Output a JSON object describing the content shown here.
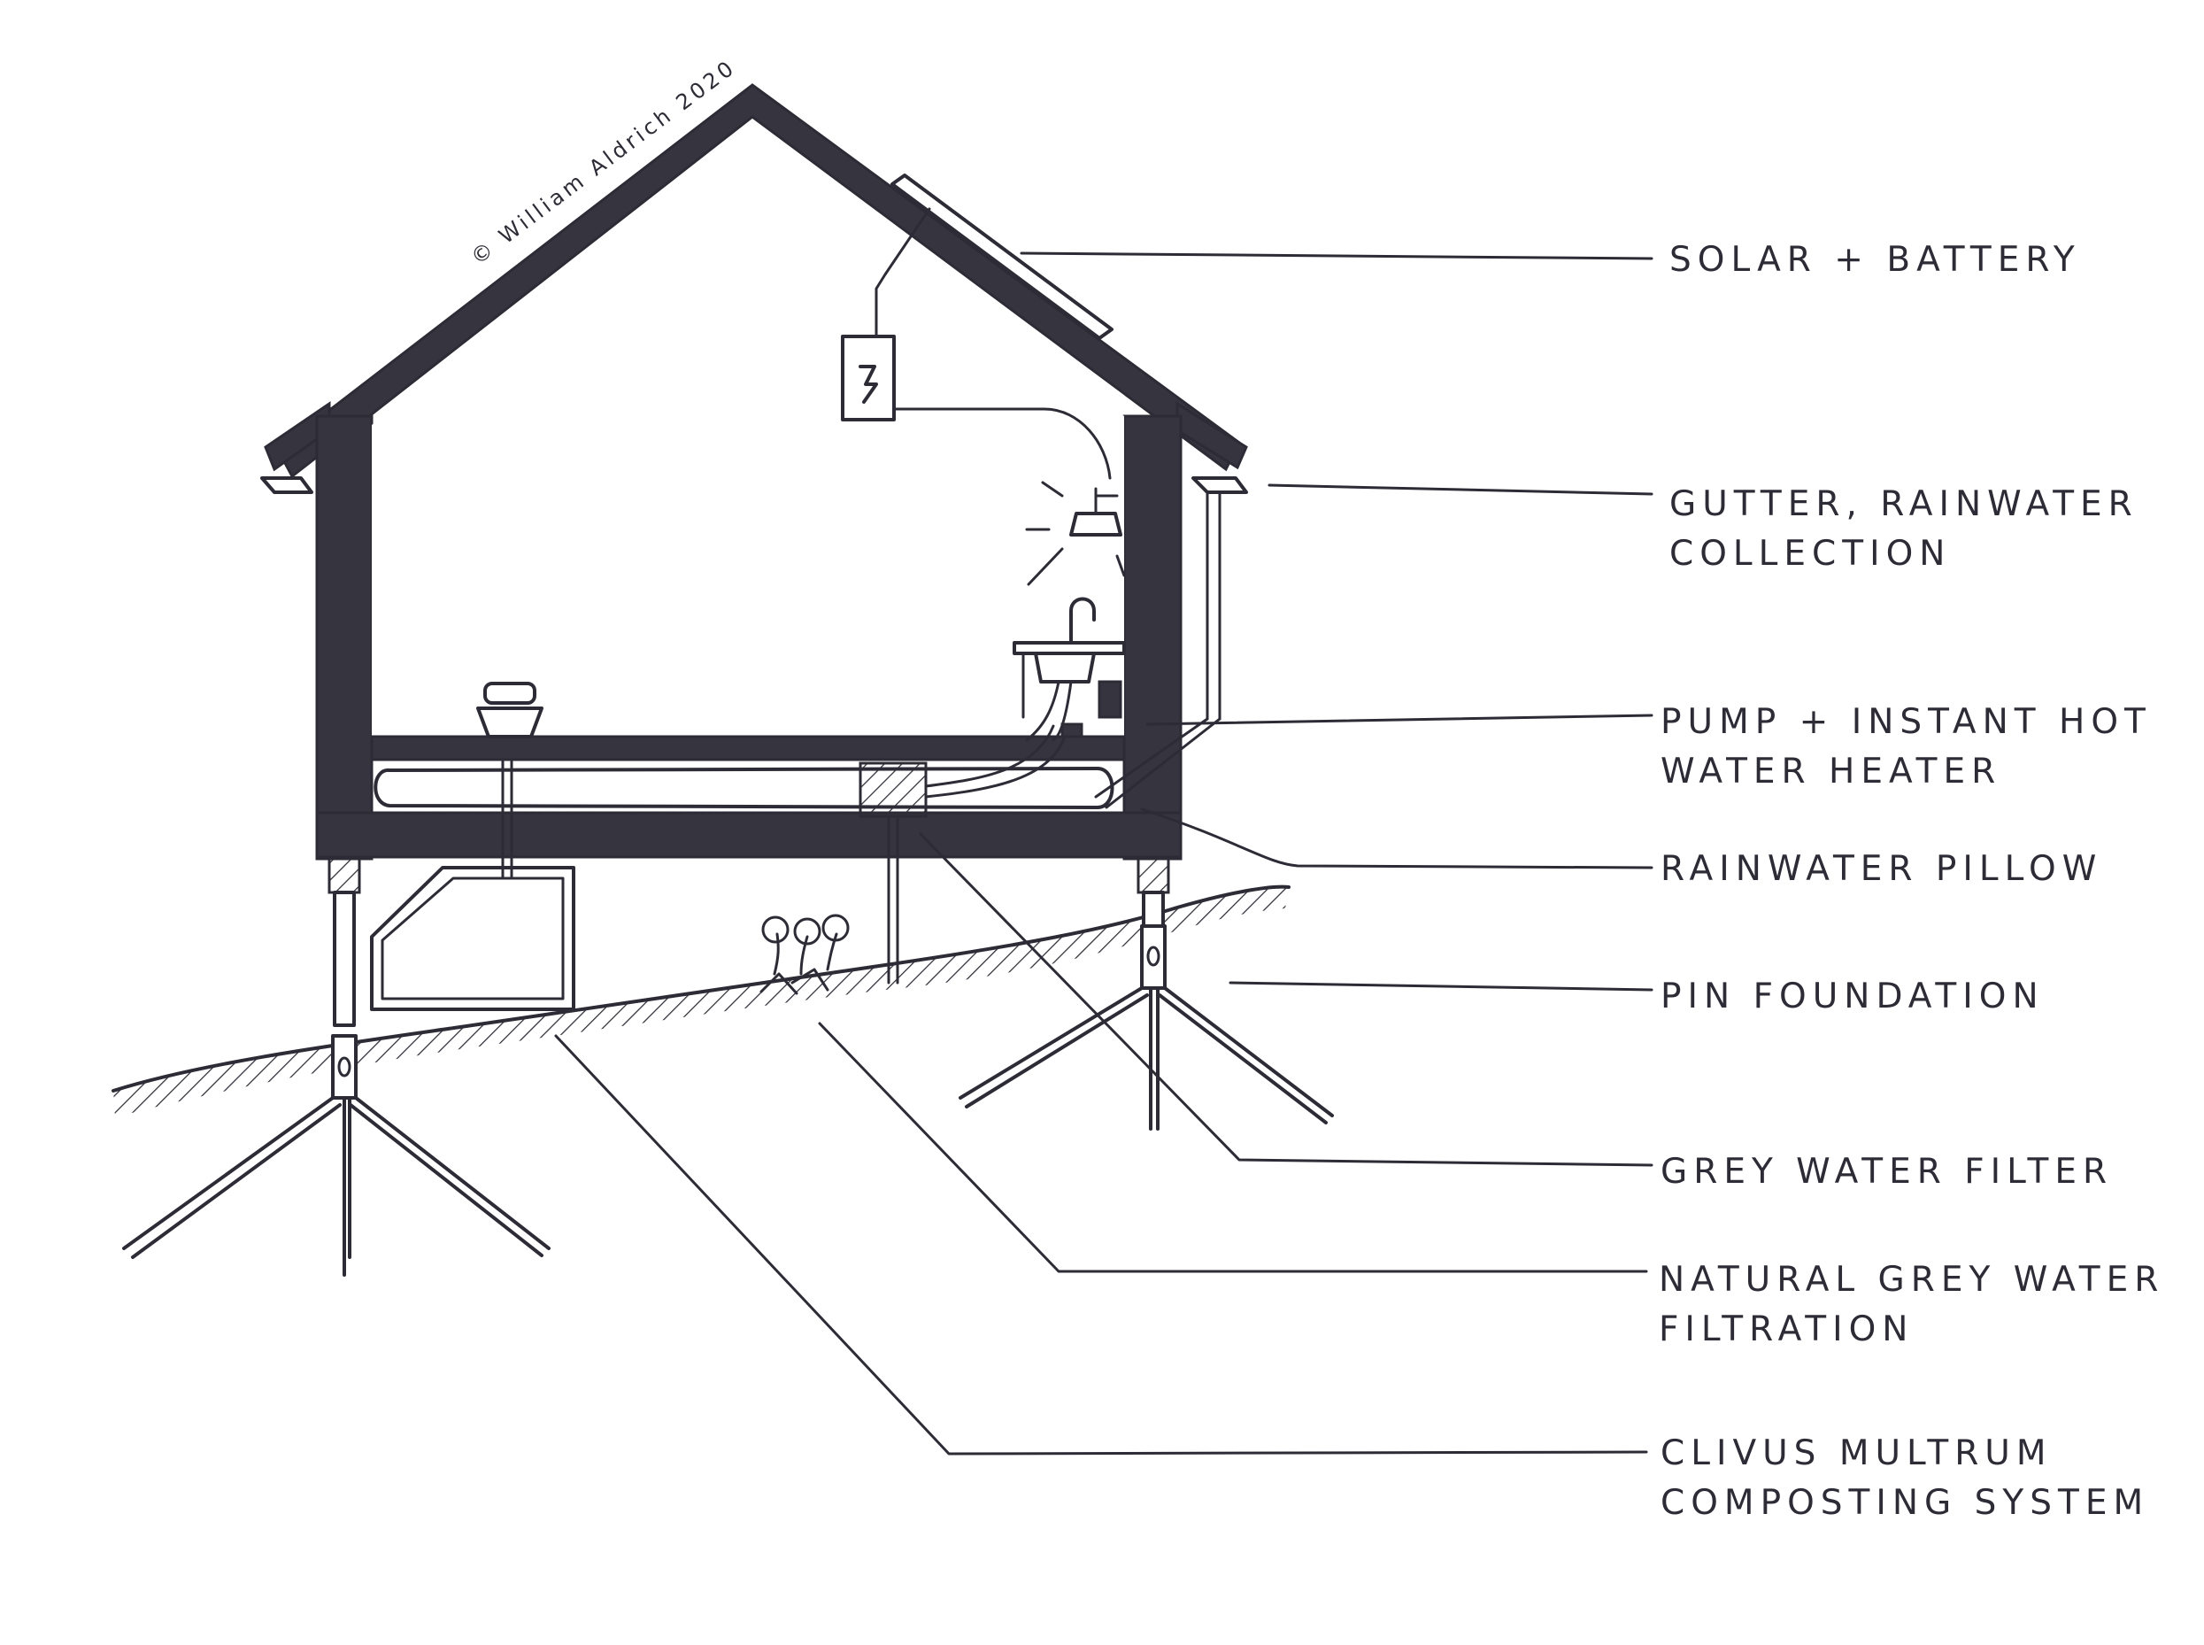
{
  "credit": "© William Aldrich 2020",
  "labels": [
    {
      "id": "solar",
      "lines": [
        "SOLAR + BATTERY"
      ]
    },
    {
      "id": "gutter",
      "lines": [
        "GUTTER, RAINWATER",
        "COLLECTION"
      ]
    },
    {
      "id": "pump",
      "lines": [
        "PUMP + INSTANT HOT",
        "WATER HEATER"
      ]
    },
    {
      "id": "pillow",
      "lines": [
        "RAINWATER PILLOW"
      ]
    },
    {
      "id": "pin",
      "lines": [
        "PIN FOUNDATION"
      ]
    },
    {
      "id": "greyfilter",
      "lines": [
        "GREY WATER FILTER"
      ]
    },
    {
      "id": "natural",
      "lines": [
        "NATURAL GREY WATER",
        "FILTRATION"
      ]
    },
    {
      "id": "clivus",
      "lines": [
        "CLIVUS MULTRUM",
        "COMPOSTING SYSTEM"
      ]
    }
  ],
  "colors": {
    "ink": "#2d2c36",
    "fill": "#35343f",
    "paper": "#ffffff"
  }
}
